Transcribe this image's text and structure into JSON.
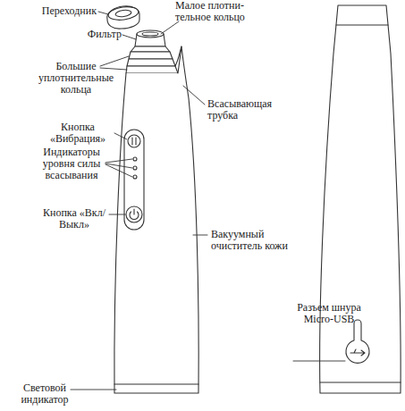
{
  "diagram": {
    "labels": [
      "Переходник",
      "Малое плотни- тельное кольцо",
      "Фильтр",
      "Большие уплотнительные кольца",
      "Всасывающая трубка",
      "Кнопка «Вибрация»",
      "Индикаторы уровня силы всасывания",
      "Кнопка «Вкл/Выкл»",
      "Вакуумный очиститель кожи",
      "Разъем шнура Micro-USB",
      "Световой индикатор"
    ]
  }
}
